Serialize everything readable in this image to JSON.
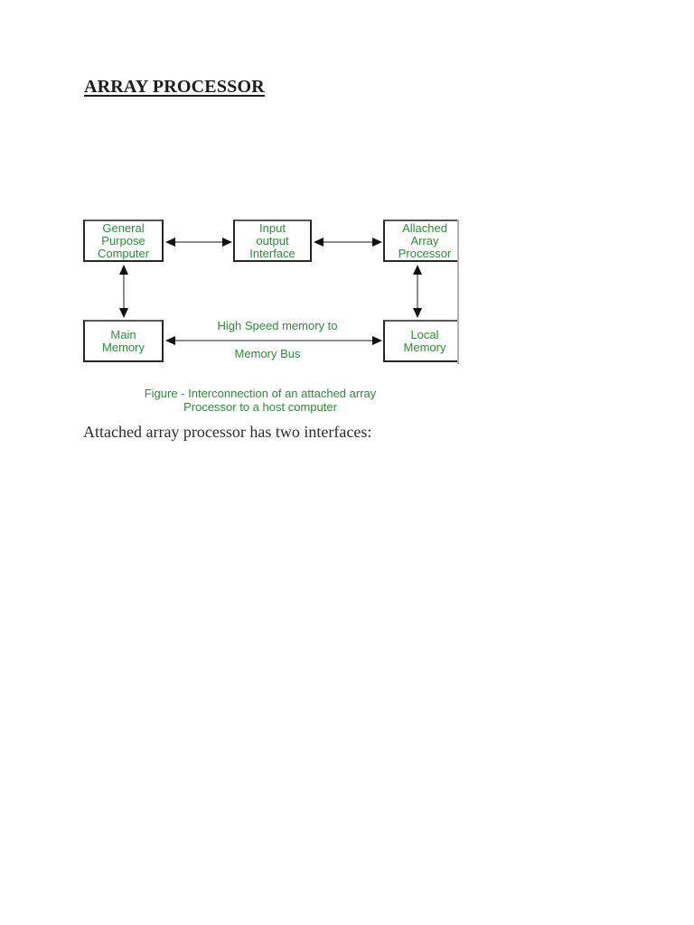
{
  "page": {
    "title": "ARRAY PROCESSOR",
    "body_text": "Attached array processor has two interfaces:"
  },
  "diagram": {
    "type": "block-diagram",
    "text_color": "#2e8b3a",
    "box_border_color": "#262626",
    "arrow_shaft_color": "#8c8c8c",
    "arrow_head_color": "#111111",
    "boxes": [
      {
        "id": "general-purpose-computer",
        "lines": [
          "General",
          "Purpose",
          "Computer"
        ]
      },
      {
        "id": "input-output-interface",
        "lines": [
          "Input",
          "output",
          "Interface"
        ]
      },
      {
        "id": "attached-array-processor",
        "lines": [
          "Allached",
          "Array",
          "Processor"
        ]
      },
      {
        "id": "main-memory",
        "lines": [
          "Main",
          "Memory"
        ]
      },
      {
        "id": "local-memory",
        "lines": [
          "Local",
          "Memory"
        ]
      }
    ],
    "connections": [
      "General Purpose Computer <-> Input output Interface",
      "Input output Interface <-> Allached Array Processor",
      "General Purpose Computer <-> Main Memory",
      "Allached Array Processor <-> Local Memory",
      "Main Memory <-> Local Memory"
    ],
    "bus_label_top": "High Speed memory to",
    "bus_label_bottom": "Memory Bus",
    "caption_line1": "Figure - Interconnection of an attached array",
    "caption_line2": "Processor to a host computer"
  }
}
